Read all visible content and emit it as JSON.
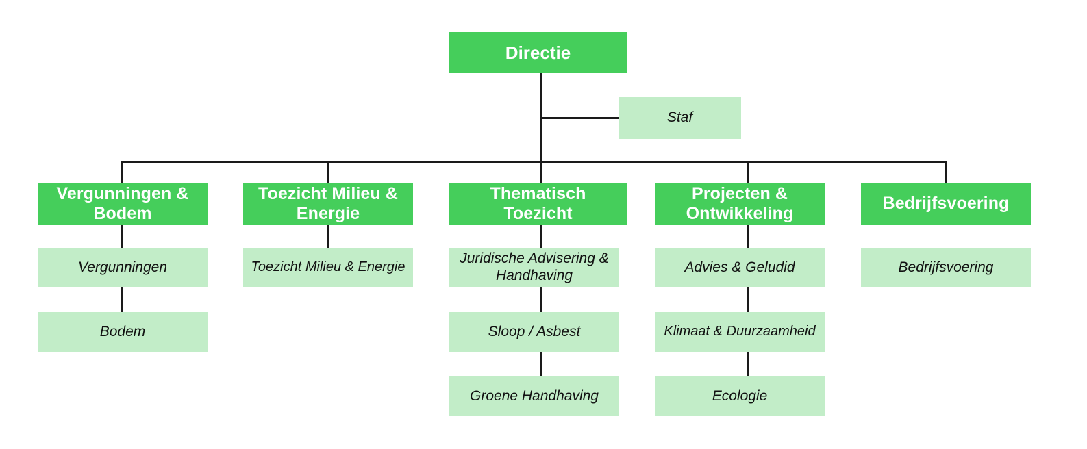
{
  "diagram": {
    "title": "Organogram Directie",
    "type": "org-chart",
    "colors": {
      "header_green": "#45CE5B",
      "leaf_green": "#C2EDC8",
      "connector": "#1A1A1A",
      "header_text": "#FFFFFF",
      "leaf_text": "#111111",
      "background": "#FFFFFF"
    }
  },
  "root": {
    "label": "Directie"
  },
  "staff": {
    "label": "Staf"
  },
  "columns": [
    {
      "header": "Vergunningen &\nBodem",
      "children": [
        {
          "label": "Vergunningen",
          "connected": true
        },
        {
          "label": "Bodem",
          "connected": true
        }
      ]
    },
    {
      "header": "Toezicht Milieu &\nEnergie",
      "children": [
        {
          "label": "Toezicht Milieu & Energie",
          "connected": true
        }
      ]
    },
    {
      "header": "Thematisch\nToezicht",
      "children": [
        {
          "label": "Juridische Advisering &\nHandhaving",
          "connected": true
        },
        {
          "label": "Sloop / Asbest",
          "connected": true
        },
        {
          "label": "Groene Handhaving",
          "connected": true
        }
      ]
    },
    {
      "header": "Projecten &\nOntwikkeling",
      "children": [
        {
          "label": "Advies & Geludid",
          "connected": true
        },
        {
          "label": "Klimaat & Duurzaamheid",
          "connected": true
        },
        {
          "label": "Ecologie",
          "connected": true
        }
      ]
    },
    {
      "header": "Bedrijfsvoering",
      "children": [
        {
          "label": "Bedrijfsvoering",
          "connected": false
        }
      ]
    }
  ]
}
